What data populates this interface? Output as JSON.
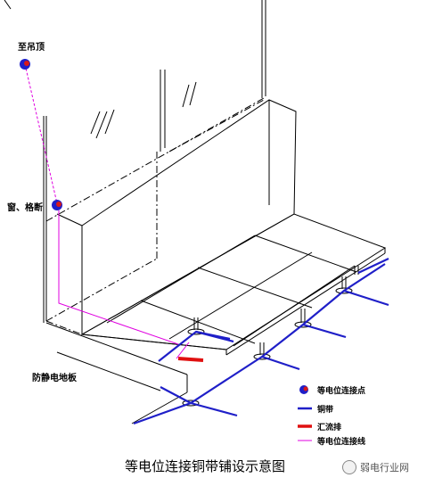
{
  "labels": {
    "ceiling": "至吊顶",
    "window": "窗、格断",
    "floor": "防静电地板"
  },
  "legend": {
    "point": "等电位连接点",
    "strip": "铜带",
    "busbar": "汇流排",
    "wire": "等电位连接线"
  },
  "caption": "等电位连接铜带铺设示意图",
  "watermark": "弱电行业网",
  "colors": {
    "copper_strip": "#1f1fc8",
    "busbar": "#e01010",
    "bond_wire": "#e000e0",
    "point_fill": "#d81818",
    "point_ring": "#1f1fc8"
  }
}
